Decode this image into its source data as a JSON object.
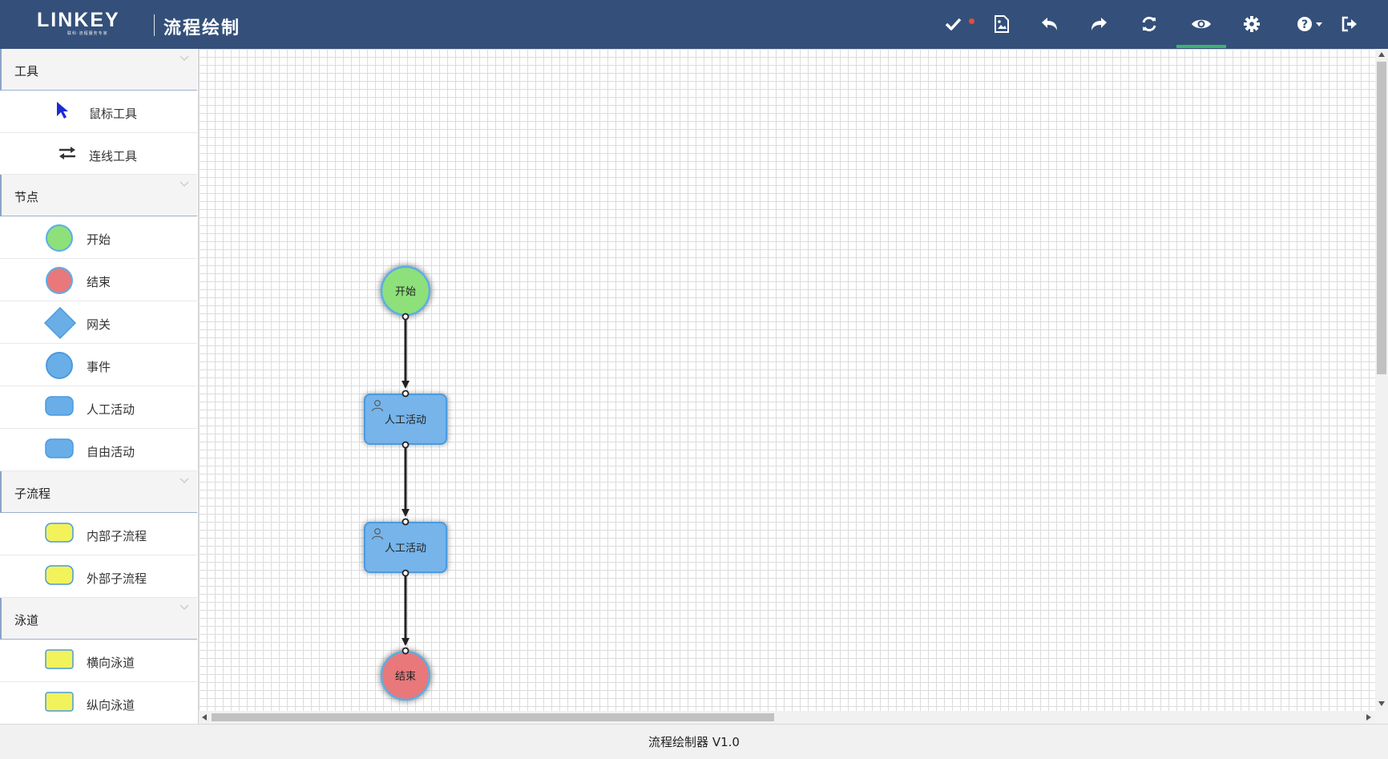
{
  "header": {
    "logo_text": "LINKEY",
    "logo_subtext": "联科·流程服务专家",
    "app_title": "流程绘制",
    "toolbar": [
      {
        "name": "check-icon",
        "label": "验证"
      },
      {
        "name": "image-file-icon",
        "label": "导出图片"
      },
      {
        "name": "undo-icon",
        "label": "撤销"
      },
      {
        "name": "redo-icon",
        "label": "重做"
      },
      {
        "name": "refresh-icon",
        "label": "刷新"
      },
      {
        "name": "eye-icon",
        "label": "预览"
      },
      {
        "name": "gear-icon",
        "label": "设置"
      },
      {
        "name": "help-icon",
        "label": "帮助"
      },
      {
        "name": "sign-out-icon",
        "label": "退出"
      }
    ],
    "active_tool": "eye-icon",
    "accent_color": "#3cb371",
    "header_color": "#34507a"
  },
  "sidebar": {
    "sections": [
      {
        "title": "工具",
        "items": [
          {
            "label": "鼠标工具",
            "icon": "cursor-icon"
          },
          {
            "label": "连线工具",
            "icon": "exchange-icon"
          }
        ]
      },
      {
        "title": "节点",
        "items": [
          {
            "label": "开始",
            "icon": "start-node-icon",
            "color": "#8de07a"
          },
          {
            "label": "结束",
            "icon": "end-node-icon",
            "color": "#e8787a"
          },
          {
            "label": "网关",
            "icon": "gateway-node-icon",
            "color": "#6aaee8"
          },
          {
            "label": "事件",
            "icon": "event-node-icon",
            "color": "#6aaee8"
          },
          {
            "label": "人工活动",
            "icon": "manual-activity-icon",
            "color": "#6aaee8"
          },
          {
            "label": "自由活动",
            "icon": "free-activity-icon",
            "color": "#6aaee8"
          }
        ]
      },
      {
        "title": "子流程",
        "items": [
          {
            "label": "内部子流程",
            "icon": "internal-subprocess-icon",
            "color": "#f2f25a"
          },
          {
            "label": "外部子流程",
            "icon": "external-subprocess-icon",
            "color": "#f2f25a"
          }
        ]
      },
      {
        "title": "泳道",
        "items": [
          {
            "label": "横向泳道",
            "icon": "horizontal-lane-icon",
            "color": "#f2f25a"
          },
          {
            "label": "纵向泳道",
            "icon": "vertical-lane-icon",
            "color": "#f2f25a"
          }
        ]
      }
    ]
  },
  "canvas": {
    "nodes": [
      {
        "type": "start",
        "label": "开始"
      },
      {
        "type": "manual-activity",
        "label": "人工活动"
      },
      {
        "type": "manual-activity",
        "label": "人工活动"
      },
      {
        "type": "end",
        "label": "结束"
      }
    ]
  },
  "footer": {
    "text": "流程绘制器 V1.0"
  }
}
